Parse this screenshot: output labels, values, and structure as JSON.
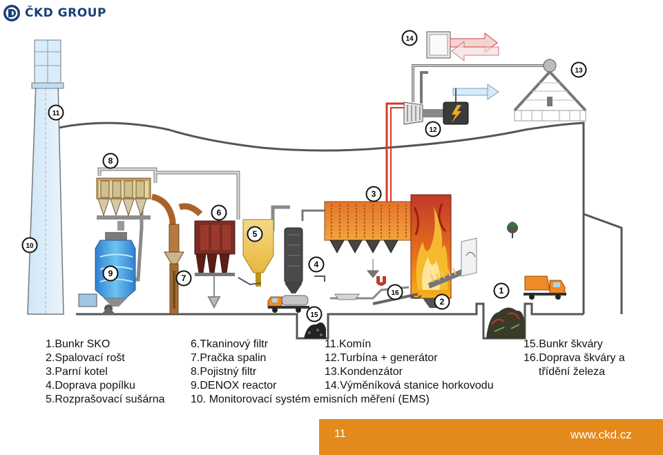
{
  "brand": {
    "name": "ČKD GROUP",
    "logo_icon": "ckd-logo-icon",
    "color": "#1a3f7a"
  },
  "markers": [
    "1",
    "2",
    "3",
    "4",
    "5",
    "6",
    "7",
    "8",
    "9",
    "10",
    "11",
    "12",
    "13",
    "14",
    "15",
    "16"
  ],
  "legend": {
    "col1": [
      "1.Bunkr SKO",
      "2.Spalovací rošt",
      "3.Parní kotel",
      "4.Doprava popílku",
      "5.Rozprašovací sušárna"
    ],
    "col2": [
      "6.Tkaninový filtr",
      "7.Pračka spalin",
      "8.Pojistný filtr",
      "9.DENOX reactor",
      "10. Monitorovací systém emisních měření (EMS)"
    ],
    "col3": [
      "11.Komín",
      "12.Turbína + generátor",
      "13.Kondenzátor",
      "14.Výměníková stanice horkovodu"
    ],
    "col4": [
      "15.Bunkr škváry",
      "16.Doprava škváry a",
      "třídění železa"
    ]
  },
  "footer": {
    "page": "11",
    "url": "www.ckd.cz",
    "bar_color": "#e48a1c"
  }
}
